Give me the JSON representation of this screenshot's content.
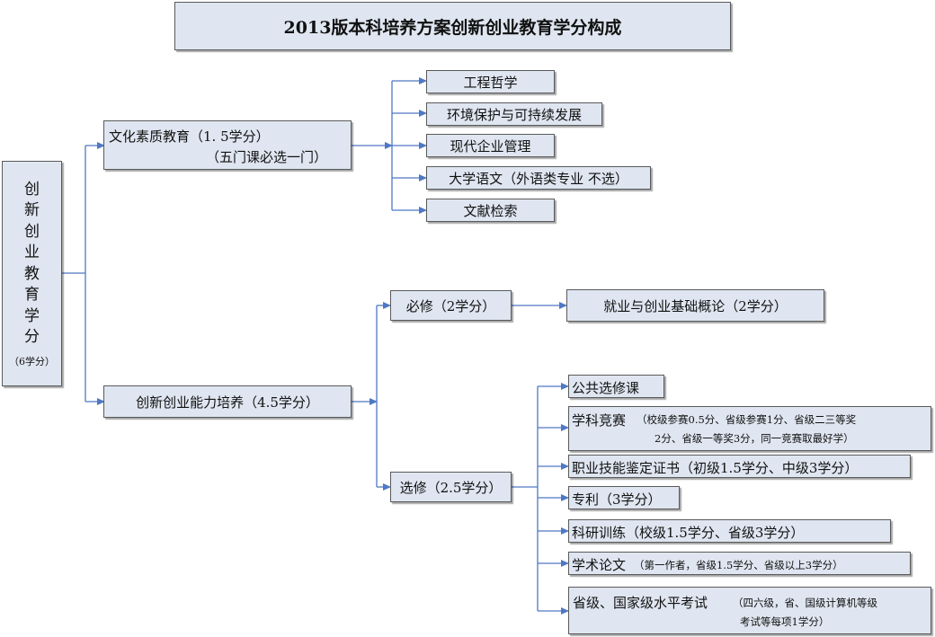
{
  "title": "2013版本科培养方案创新创业教育学分构成",
  "root": {
    "chars": [
      "创",
      "新",
      "创",
      "业",
      "教",
      "育",
      "学",
      "分"
    ],
    "credits": "（6学分）"
  },
  "culture": {
    "label": "文化素质教育（1. 5学分）",
    "note": "（五门课必选一门）",
    "courses": [
      "工程哲学",
      "环境保护与可持续发展",
      "现代企业管理",
      "大学语文（外语类专业 不选）",
      "文献检索"
    ]
  },
  "innovation": {
    "label": "创新创业能力培养（4.5学分）",
    "required": {
      "label": "必修（2学分）",
      "course": "就业与创业基础概论（2学分）"
    },
    "elective": {
      "label": "选修（2.5学分）",
      "items": {
        "public": "公共选修课",
        "contest_title": "学科竞赛",
        "contest_detail1": "（校级参赛0.5分、省级参赛1分、省级二三等奖",
        "contest_detail2": "2分、省级一等奖3分，同一竞赛取最好学）",
        "cert_title": "职业技能鉴定证书（初级1.5学分、中级3学分）",
        "patent": "专利（3学分）",
        "research": "科研训练（校级1.5学分、省级3学分）",
        "paper_title": "学术论文",
        "paper_detail": "（第一作者，省级1.5学分、省级以上3学分）",
        "exam_title": "省级、国家级水平考试",
        "exam_detail1": "（四六级，省、国级计算机等级",
        "exam_detail2": "考试等每项1学分）"
      }
    }
  },
  "colors": {
    "box_fill": "#dfe6f1",
    "connector": "#4f78c4",
    "border": "#5a5a5a"
  }
}
